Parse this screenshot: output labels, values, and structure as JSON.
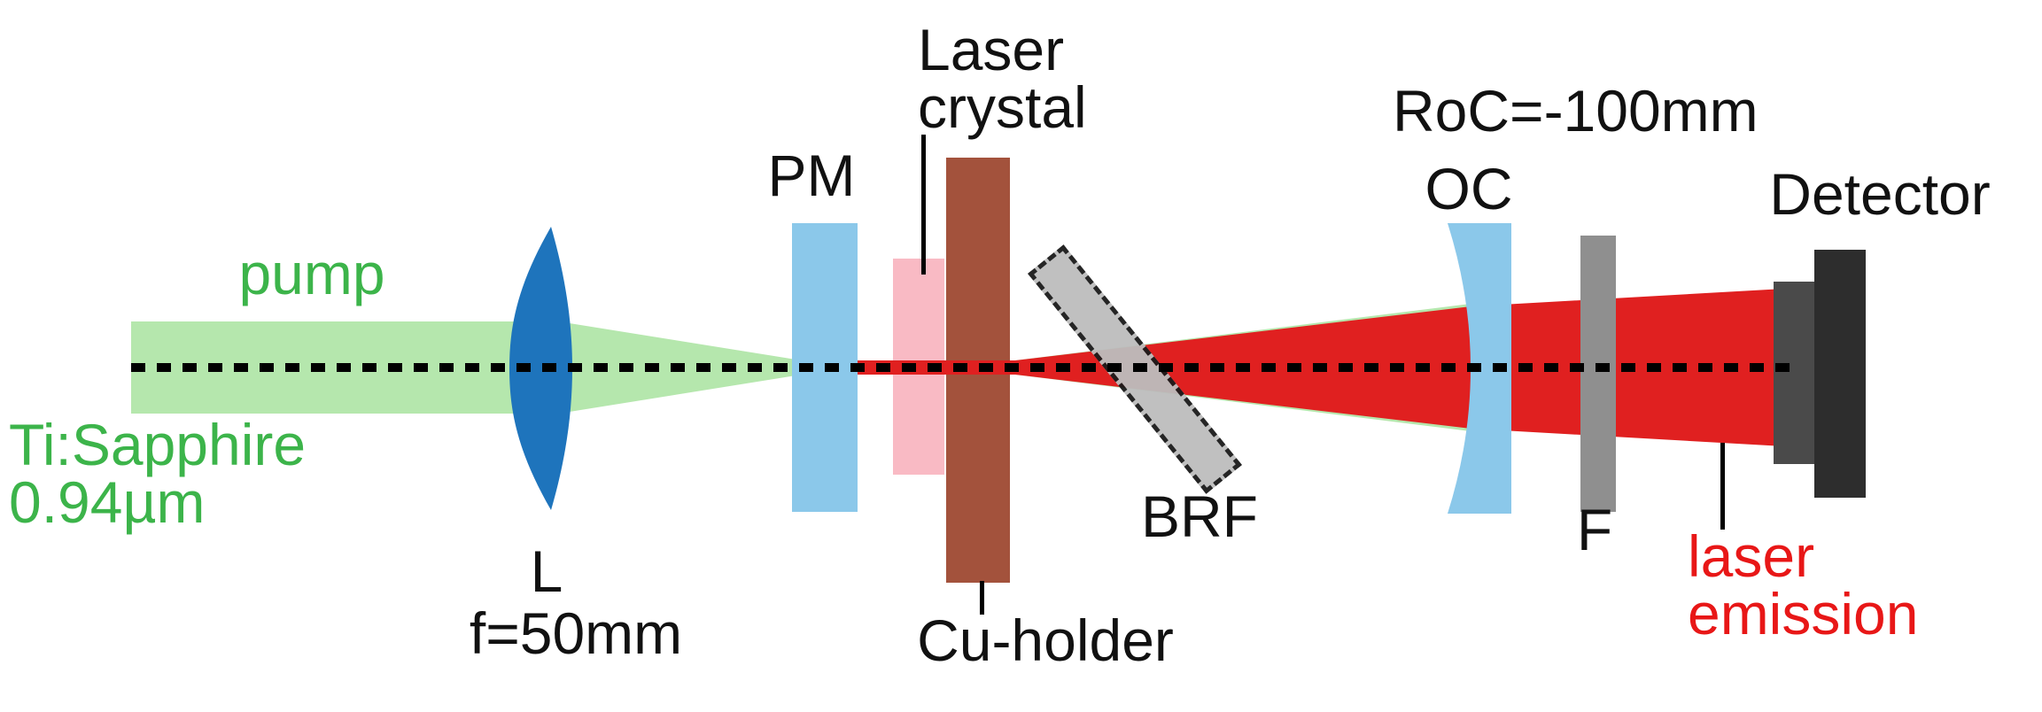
{
  "title": "Ti:Sapphire-pumped laser cavity setup diagram",
  "labels": {
    "pump": "pump",
    "gain_source": "Ti:Sapphire",
    "wavelength": "0.94µm",
    "lens": "L",
    "lens_focal": "f=50mm",
    "pump_mirror": "PM",
    "crystal_line1": "Laser",
    "crystal_line2": "crystal",
    "cu_holder": "Cu-holder",
    "brf": "BRF",
    "oc_roc": "RoC=-100mm",
    "oc": "OC",
    "filter": "F",
    "detector": "Detector",
    "emission_line1": "laser",
    "emission_line2": "emission"
  },
  "colors": {
    "label-green": "#3cb44a",
    "label-red": "#e81717",
    "label-black": "#111111",
    "pump-beam": "#b5e7ad",
    "laser-beam": "#e02020",
    "lens-blue": "#1e74bc",
    "mirror-blue": "#8bc8ea",
    "crystal-pink": "#f9bac4",
    "holder-brown": "#a3523c",
    "brf-gray": "#bdbdbd",
    "filter-gray": "#8f8f8f",
    "detector-dark": "#4a4a4a",
    "detector-black": "#2d2d2d",
    "axis-black": "#000000"
  }
}
